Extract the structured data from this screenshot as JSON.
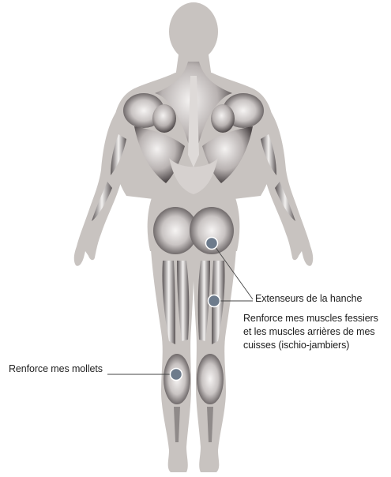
{
  "annotations": {
    "hip_extensors": {
      "title": "Extenseurs de la hanche",
      "description_lines": [
        "Renforce mes muscles fessiers",
        "et les muscles arrières de mes",
        "cuisses (ischio-jambiers)"
      ]
    },
    "calves": {
      "text": "Renforce mes mollets"
    }
  },
  "colors": {
    "body_silhouette": "#c8c3c0",
    "muscle_dark": "#5a5455",
    "muscle_light": "#f6f4f3",
    "marker_fill": "#6d7b8c",
    "leader_line": "#444444"
  },
  "icons": {
    "marker": "circle-marker"
  }
}
